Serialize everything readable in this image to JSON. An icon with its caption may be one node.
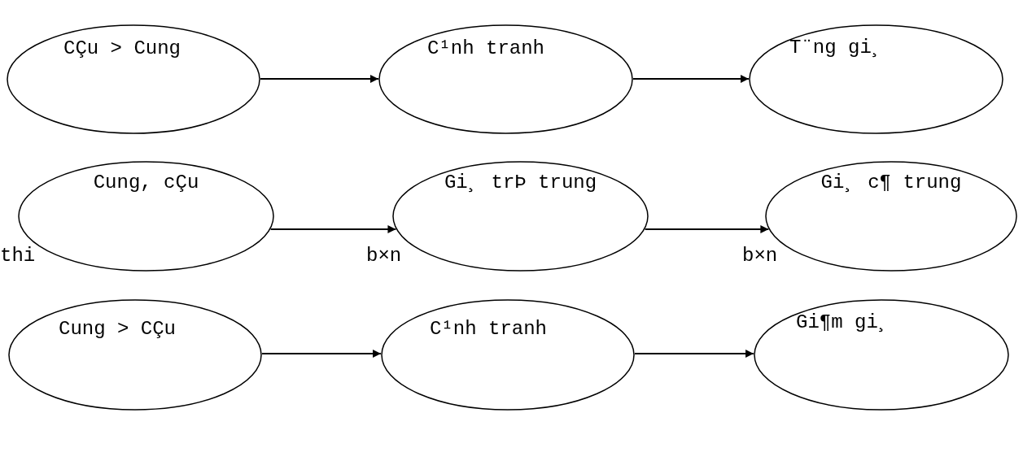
{
  "diagram": {
    "nodes": [
      {
        "text": [
          "CÇu > Cung"
        ]
      },
      {
        "text": [
          "C¹nh tranh"
        ]
      },
      {
        "text": [
          "T¨ng gi¸"
        ]
      },
      {
        "text": [
          "Cung, cÇu"
        ]
      },
      {
        "text": [
          "Gi¸ trÞ trung"
        ]
      },
      {
        "text": [
          "Gi¸ c¶ trung"
        ]
      },
      {
        "text": [
          "Cung > CÇu"
        ]
      },
      {
        "text": [
          "C¹nh tranh"
        ]
      },
      {
        "text": [
          "Gi¶m gi¸"
        ]
      }
    ],
    "edges": [
      {
        "from": 0,
        "to": 1,
        "arrow": "to"
      },
      {
        "from": 1,
        "to": 2,
        "arrow": "to"
      },
      {
        "from": 3,
        "to": 4,
        "arrow": "to"
      },
      {
        "from": 4,
        "to": 5,
        "arrow": "to"
      },
      {
        "from": 6,
        "to": 7,
        "arrow": "to"
      },
      {
        "from": 7,
        "to": 8,
        "arrow": "to"
      }
    ],
    "labels": [
      "thi",
      "b×n",
      "b×n"
    ]
  }
}
